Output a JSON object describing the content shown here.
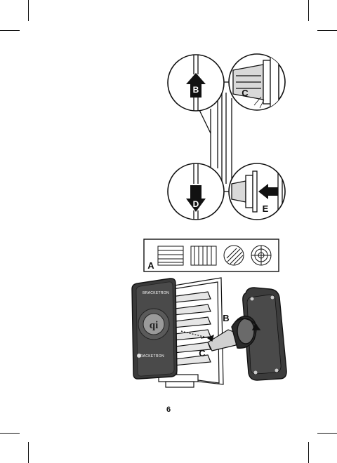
{
  "page": {
    "number": "6"
  },
  "figure_top": {
    "callouts": [
      "B",
      "C",
      "D",
      "E"
    ]
  },
  "figure_bottom": {
    "callouts": [
      "A",
      "B",
      "C"
    ],
    "brand_text": "BRACKETRON",
    "logo_text": "qi"
  },
  "colors": {
    "ink": "#111111",
    "paper": "#ffffff",
    "gray": "#d9d9d9"
  }
}
